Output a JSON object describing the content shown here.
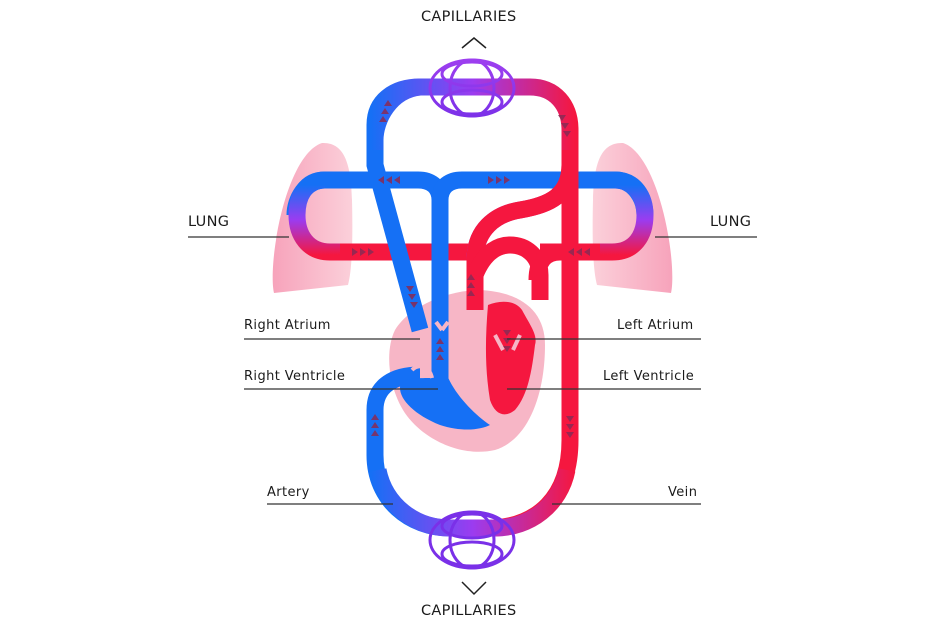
{
  "title": "Circulatory System Diagram",
  "labels": {
    "capillaries_top": "CAPILLARIES",
    "capillaries_bottom": "CAPILLARIES",
    "lung_left": "LUNG",
    "lung_right": "LUNG",
    "right_atrium": "Right Atrium",
    "right_ventricle": "Right Ventricle",
    "left_atrium": "Left Atrium",
    "left_ventricle": "Left Ventricle",
    "artery": "Artery",
    "vein": "Vein"
  },
  "colors": {
    "deoxygenated": "#0f6ff2",
    "oxygenated": "#f5173f",
    "capillary": "#9b3cf0",
    "lung": "#f6a8bd",
    "heart_tissue": "#f7b6c6",
    "arrow": "#8a2a55",
    "leader": "#333333"
  }
}
